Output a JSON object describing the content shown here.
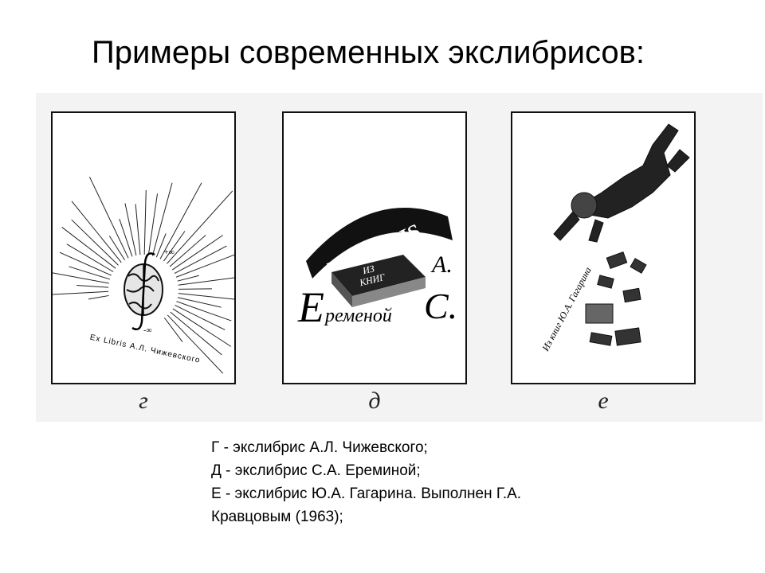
{
  "slide": {
    "title": "Примеры современных экслибрисов:"
  },
  "plates": [
    {
      "letter": "г",
      "inscription": "Ex Libris   А.Л. Чижевского",
      "marks": {
        "top": "+∞",
        "bottom": "-∞"
      }
    },
    {
      "letter": "д",
      "banner": "EXLIBRIS",
      "book_text_1": "ИЗ",
      "book_text_2": "КНИГ",
      "initial_a": "А.",
      "initial_e": "Е",
      "initial_s": "С.",
      "name": "ременой"
    },
    {
      "letter": "е",
      "signature": "Из книг Ю.А. Гагарина"
    }
  ],
  "caption": [
    "Г - экслибрис А.Л. Чижевского;",
    "Д - экслибрис С.А. Ереминой;",
    "Е - экслибрис Ю.А. Гагарина. Выполнен Г.А.",
    "Кравцовым (1963);"
  ]
}
